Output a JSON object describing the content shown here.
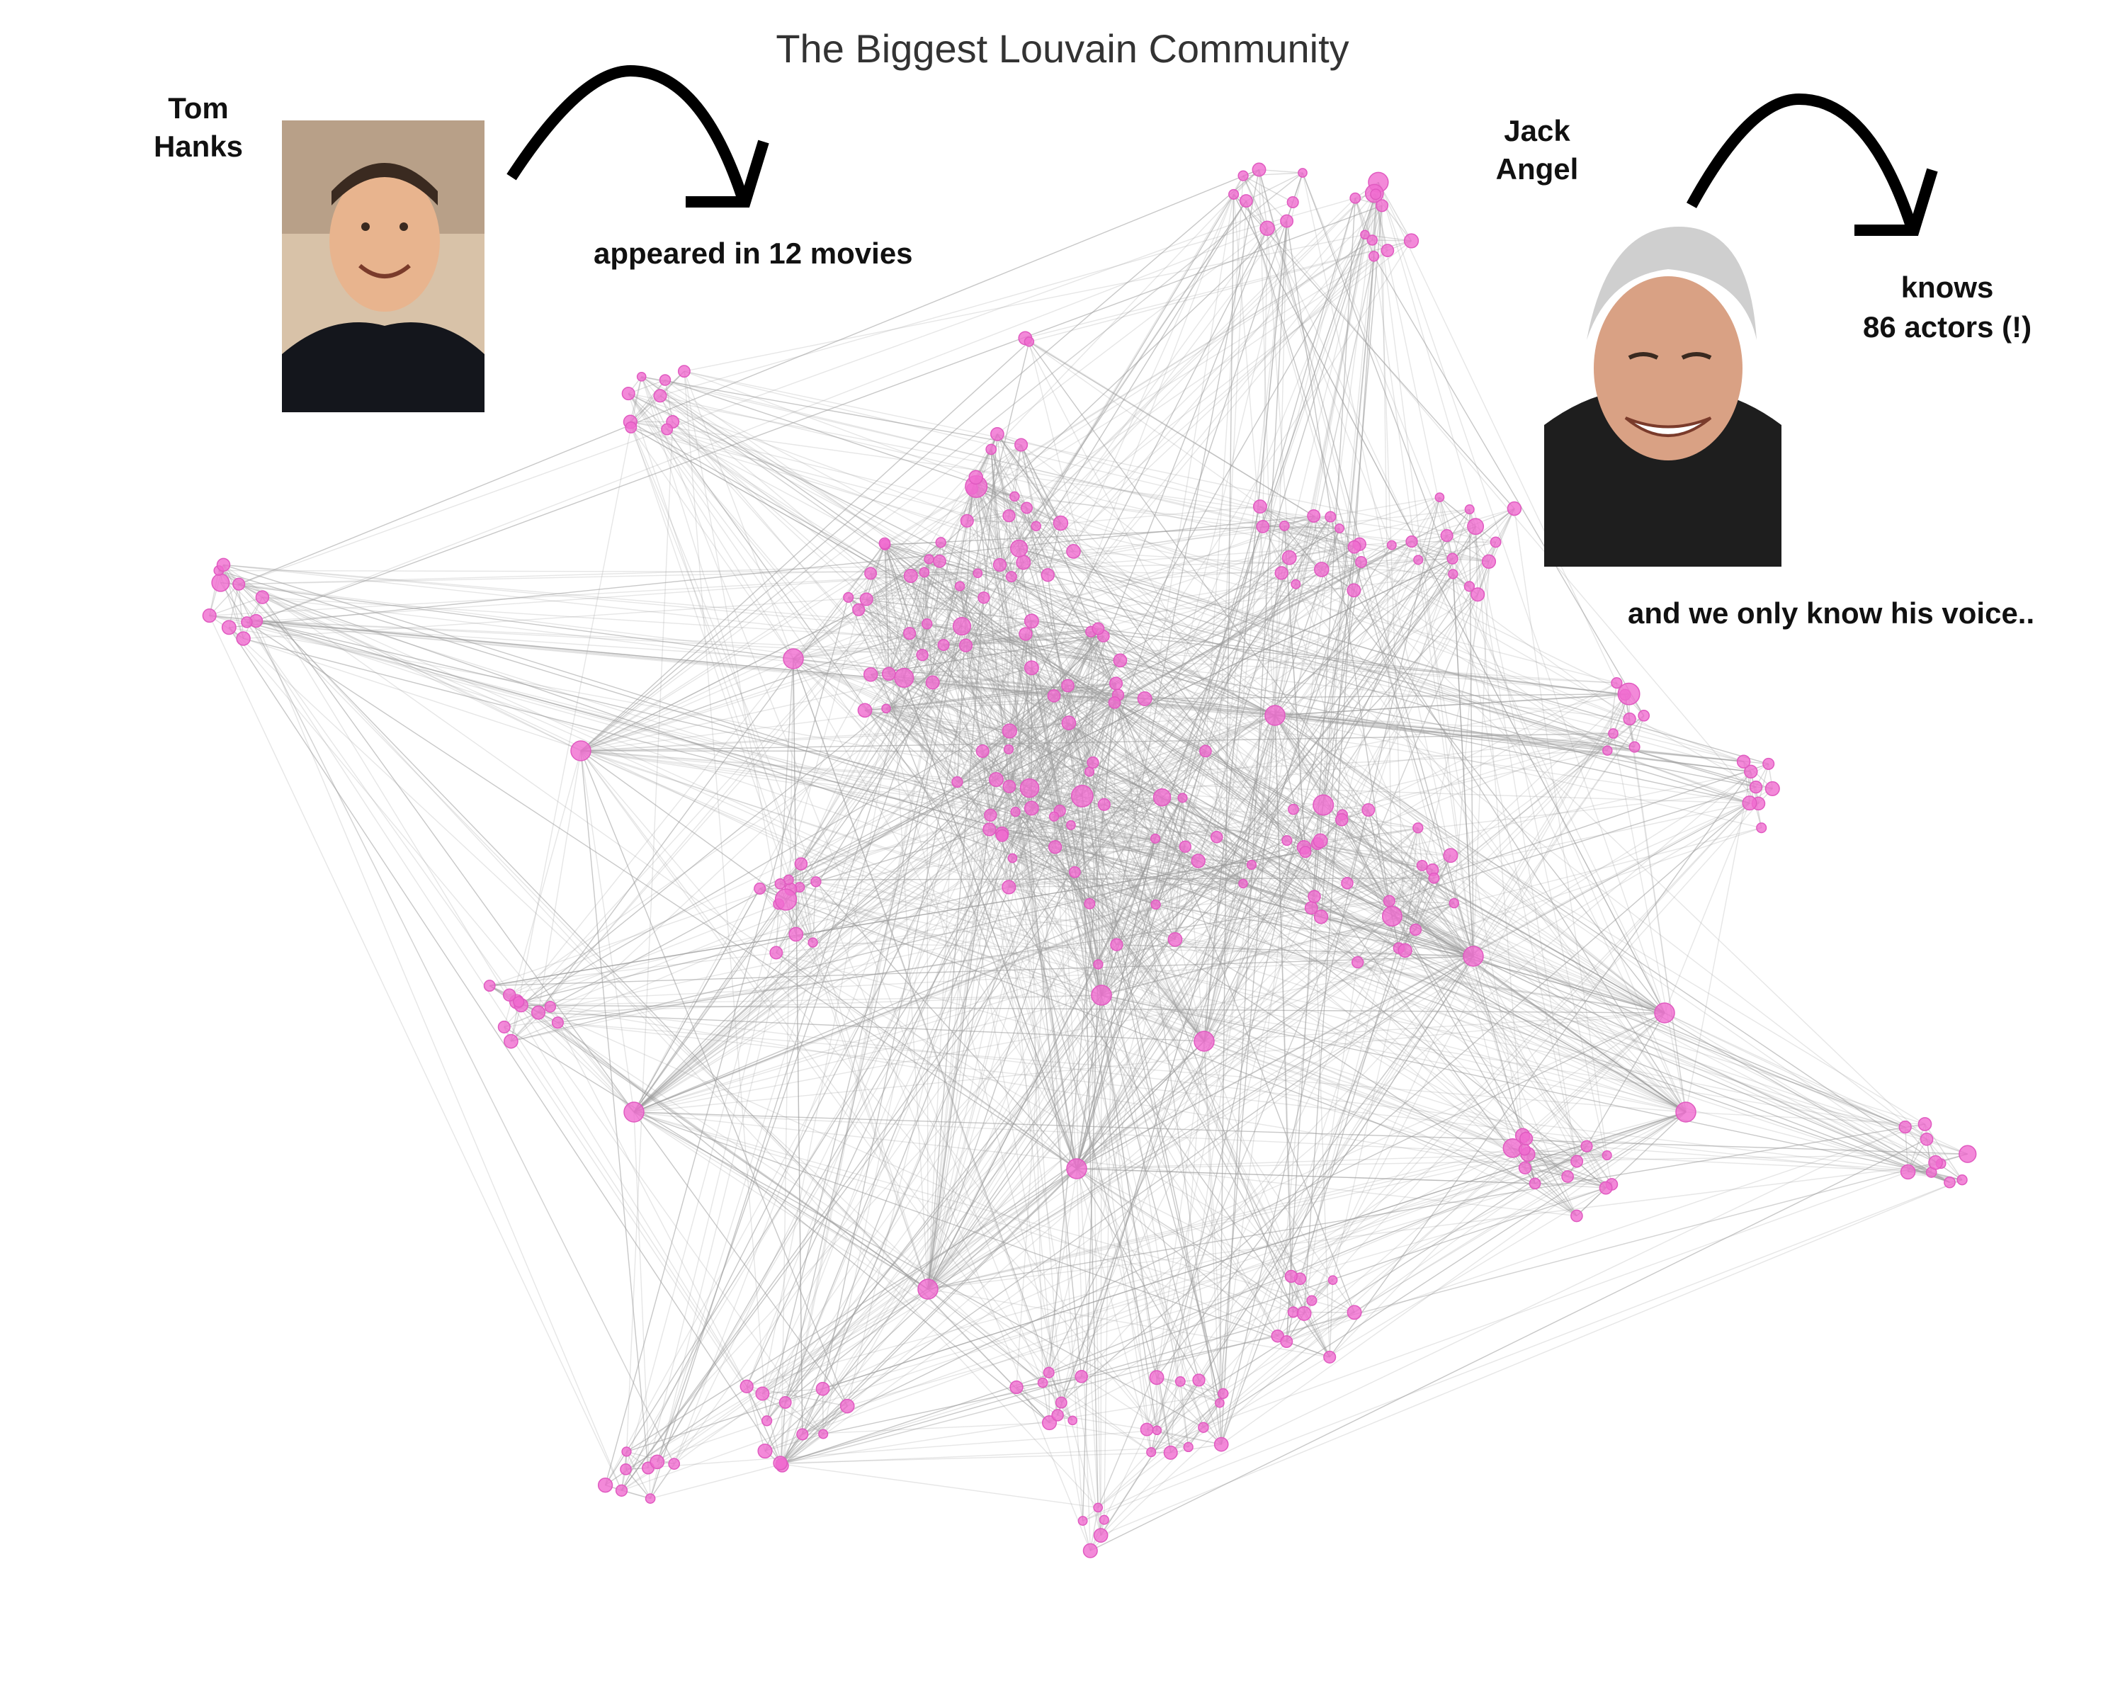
{
  "title": "The Biggest Louvain Community",
  "annotations": {
    "left": {
      "name": "Tom\nHanks",
      "caption": "appeared in 12 movies",
      "photo_icon": "portrait-photo"
    },
    "right": {
      "name": "Jack\nAngel",
      "caption": "knows\n86 actors (!)",
      "note": "and we only know his voice..",
      "photo_icon": "portrait-photo"
    }
  },
  "colors": {
    "node": "#f06cd0",
    "node_stroke": "#e05ac0",
    "edge": "#9a9a9a",
    "arrow": "#000000",
    "title": "#333333"
  }
}
